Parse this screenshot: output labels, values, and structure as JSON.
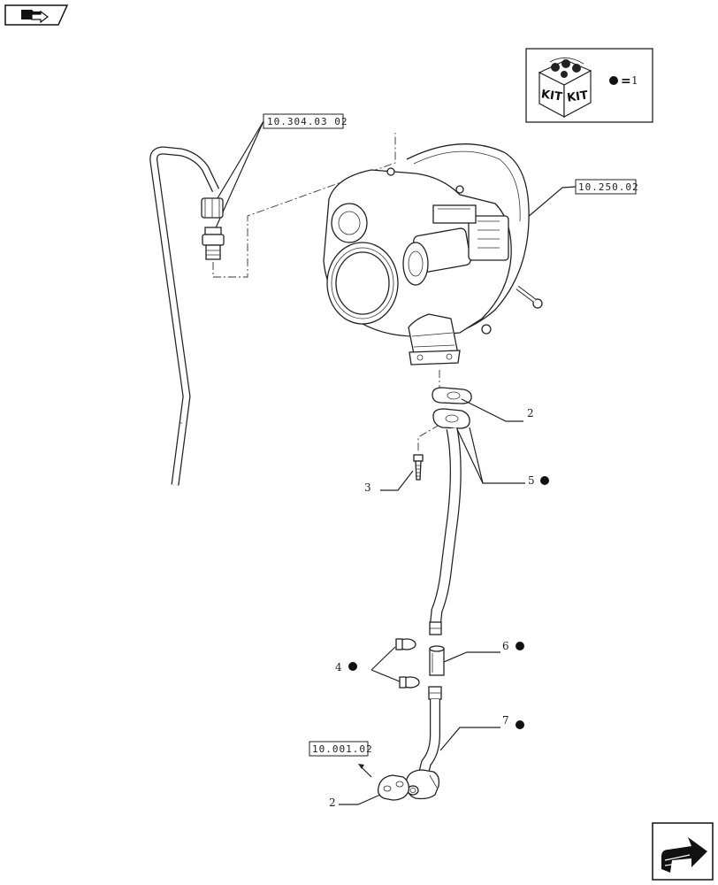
{
  "refs": {
    "ref_top_left": "10.304.03 02",
    "ref_top_right": "10.250.02",
    "ref_bottom_left": "10.001.02"
  },
  "kit_box": {
    "kit_text_1": "KIT",
    "kit_text_2": "KIT",
    "legend_equals": "=",
    "legend_value": "1"
  },
  "callouts": {
    "c2_top": "2",
    "c3": "3",
    "c5": "5",
    "c4": "4",
    "c6": "6",
    "c7": "7",
    "c2_bottom": "2"
  },
  "icons": {
    "nav_top": "folder-arrow-icon",
    "nav_bottom": "next-page-arrow-icon"
  }
}
